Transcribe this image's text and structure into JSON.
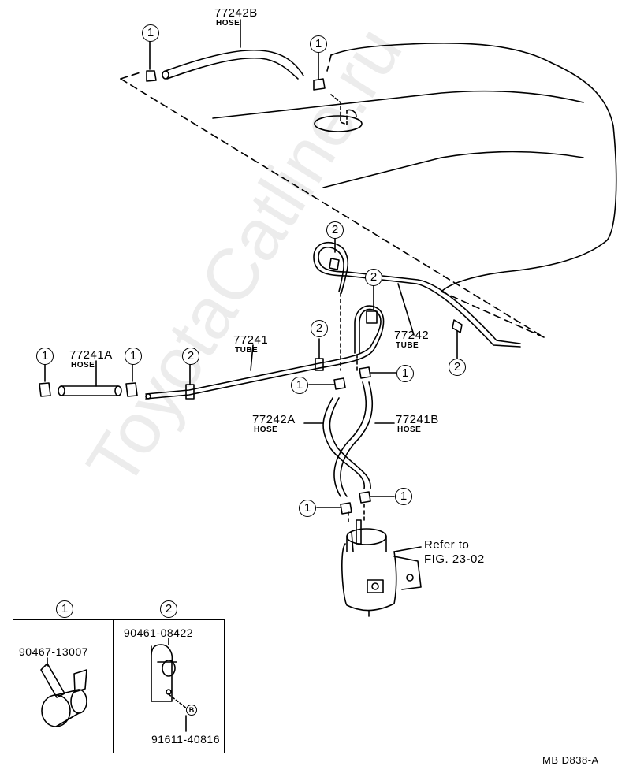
{
  "diagram": {
    "parts": {
      "hose_77242b": {
        "number": "77242B",
        "type": "HOSE"
      },
      "hose_77241a": {
        "number": "77241A",
        "type": "HOSE"
      },
      "tube_77241": {
        "number": "77241",
        "type": "TUBE"
      },
      "tube_77242": {
        "number": "77242",
        "type": "TUBE"
      },
      "hose_77242a": {
        "number": "77242A",
        "type": "HOSE"
      },
      "hose_77241b": {
        "number": "77241B",
        "type": "HOSE"
      }
    },
    "callouts": {
      "one": "1",
      "two": "2",
      "b": "B"
    },
    "reference": {
      "line1": "Refer to",
      "line2": "FIG. 23-02"
    },
    "legend": {
      "clamp_part": "90467-13007",
      "clip_part": "90461-08422",
      "screw_part": "91611-40816"
    },
    "footer_code": "MB D838-A",
    "watermark": "ToyotaCatline.ru"
  }
}
